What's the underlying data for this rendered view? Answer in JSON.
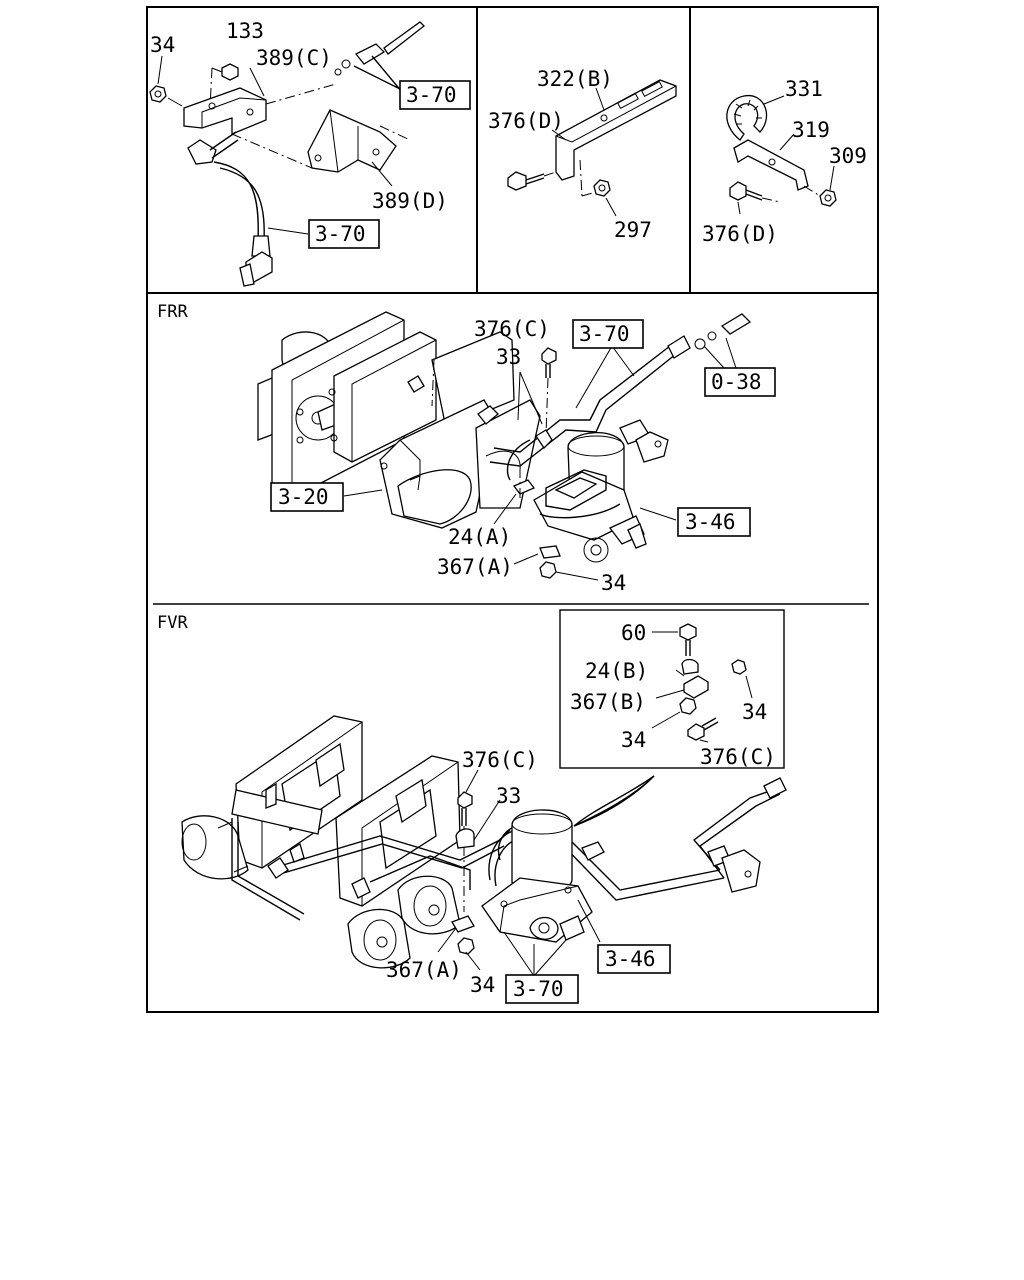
{
  "sections": {
    "frr": "FRR",
    "fvr": "FVR"
  },
  "labels": {
    "p1_34": "34",
    "p1_133": "133",
    "p1_389c": "389(C)",
    "p1_ref370a": "3-70",
    "p1_389d": "389(D)",
    "p1_ref370b": "3-70",
    "p2_322b": "322(B)",
    "p2_376d": "376(D)",
    "p2_297": "297",
    "p3_331": "331",
    "p3_319": "319",
    "p3_309": "309",
    "p3_376d": "376(D)",
    "frr_376c": "376(C)",
    "frr_ref370": "3-70",
    "frr_33": "33",
    "frr_ref038": "0-38",
    "frr_ref320": "3-20",
    "frr_ref346": "3-46",
    "frr_24a": "24(A)",
    "frr_367a": "367(A)",
    "frr_34": "34",
    "in_60": "60",
    "in_24b": "24(B)",
    "in_367b": "367(B)",
    "in_34a": "34",
    "in_34b": "34",
    "in_376c": "376(C)",
    "fvr_376c": "376(C)",
    "fvr_33": "33",
    "fvr_ref346": "3-46",
    "fvr_367a": "367(A)",
    "fvr_34": "34",
    "fvr_ref370": "3-70"
  }
}
